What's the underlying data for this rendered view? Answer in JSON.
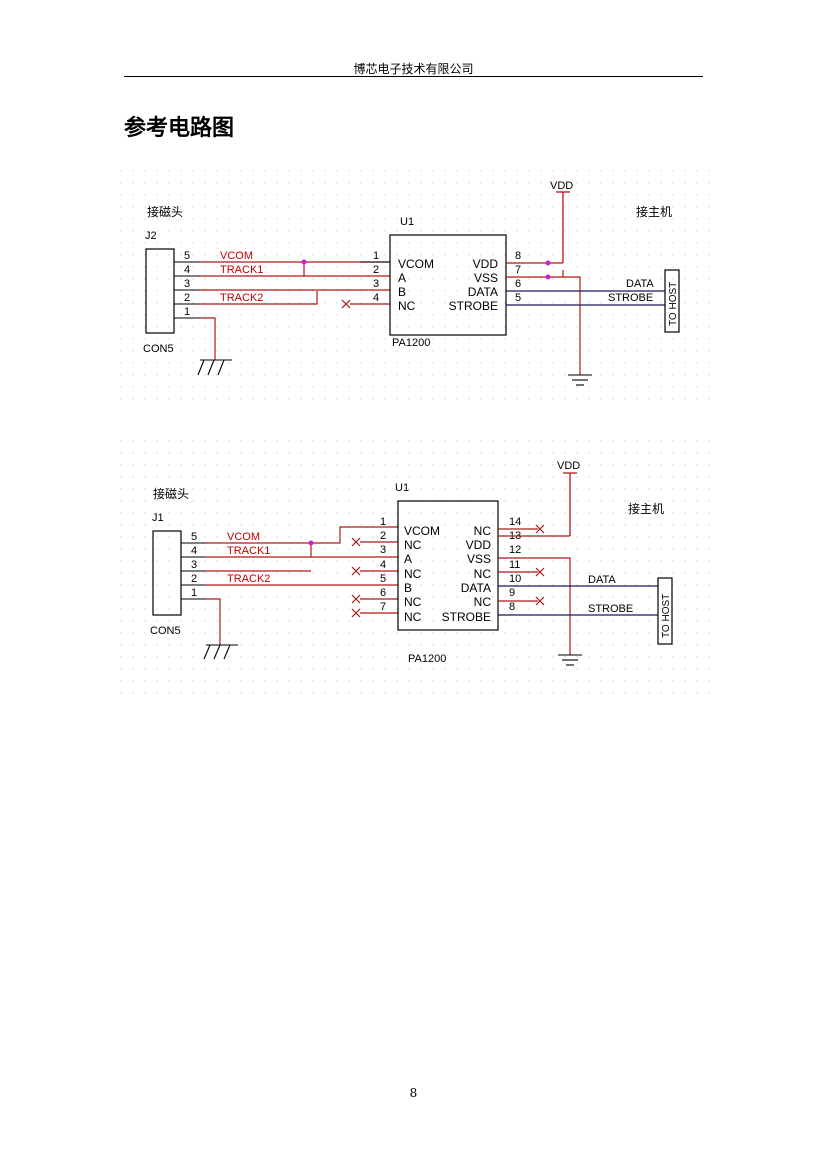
{
  "header": {
    "company": "博芯电子技术有限公司"
  },
  "section": {
    "title": "参考电路图"
  },
  "schematic_top": {
    "vdd_label": "VDD",
    "connector_title": "接磁头",
    "connector_ref": "J2",
    "connector_type": "CON5",
    "connector_pins": [
      "5",
      "4",
      "3",
      "2",
      "1"
    ],
    "net_labels": [
      "VCOM",
      "TRACK1",
      "TRACK2"
    ],
    "ic_ref": "U1",
    "ic_part": "PA1200",
    "ic_left_pins": [
      {
        "num": "1",
        "name": "VCOM"
      },
      {
        "num": "2",
        "name": "A"
      },
      {
        "num": "3",
        "name": "B"
      },
      {
        "num": "4",
        "name": "NC"
      }
    ],
    "ic_right_pins": [
      {
        "num": "8",
        "name": "VDD"
      },
      {
        "num": "7",
        "name": "VSS"
      },
      {
        "num": "6",
        "name": "DATA"
      },
      {
        "num": "5",
        "name": "STROBE"
      }
    ],
    "host_title": "接主机",
    "host_signals": [
      "DATA",
      "STROBE"
    ],
    "host_label": "TO HOST"
  },
  "schematic_bottom": {
    "vdd_label": "VDD",
    "connector_title": "接磁头",
    "connector_ref": "J1",
    "connector_type": "CON5",
    "connector_pins": [
      "5",
      "4",
      "3",
      "2",
      "1"
    ],
    "net_labels": [
      "VCOM",
      "TRACK1",
      "TRACK2"
    ],
    "ic_ref": "U1",
    "ic_part": "PA1200",
    "ic_left_pins": [
      {
        "num": "1",
        "name": "VCOM"
      },
      {
        "num": "2",
        "name": "NC"
      },
      {
        "num": "3",
        "name": "A"
      },
      {
        "num": "4",
        "name": "NC"
      },
      {
        "num": "5",
        "name": "B"
      },
      {
        "num": "6",
        "name": "NC"
      },
      {
        "num": "7",
        "name": "NC"
      }
    ],
    "ic_right_pins": [
      {
        "num": "14",
        "name": "NC"
      },
      {
        "num": "13",
        "name": "VDD"
      },
      {
        "num": "12",
        "name": "VSS"
      },
      {
        "num": "11",
        "name": "NC"
      },
      {
        "num": "10",
        "name": "DATA"
      },
      {
        "num": "9",
        "name": "NC"
      },
      {
        "num": "8",
        "name": "STROBE"
      }
    ],
    "host_title": "接主机",
    "host_signals": [
      "DATA",
      "STROBE"
    ],
    "host_label": "TO HOST"
  },
  "footer": {
    "page_number": "8"
  },
  "colors": {
    "wire_red": "#b01818",
    "wire_dark": "#1a1a5a",
    "junction": "#cc22cc",
    "text_red": "#c00000",
    "grid_dot": "#d8d8d8"
  }
}
